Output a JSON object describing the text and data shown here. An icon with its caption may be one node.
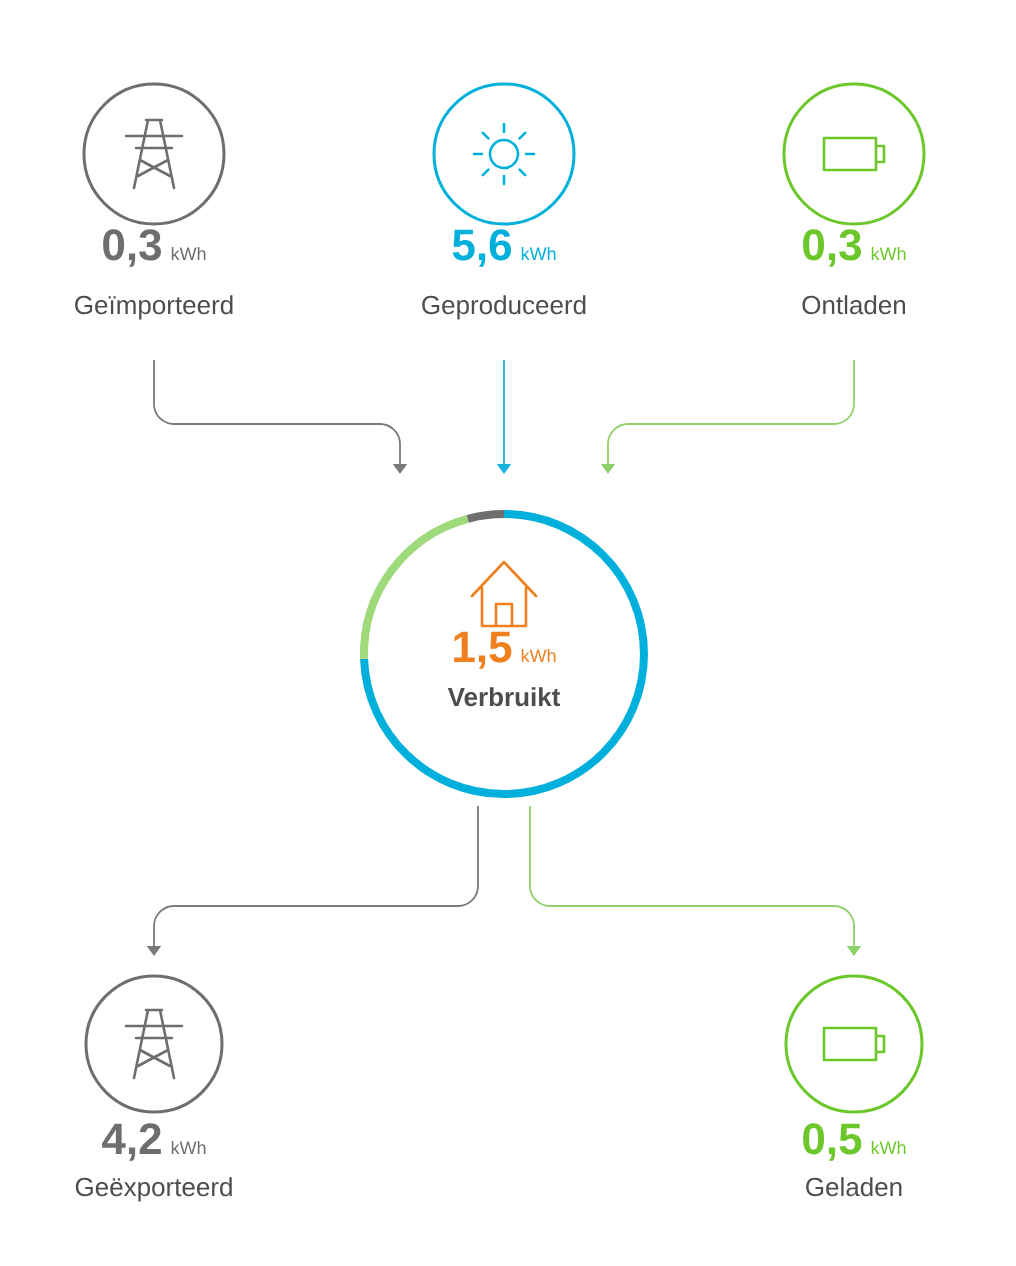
{
  "diagram": {
    "nodes": [
      {
        "text": [
          "0,3",
          "kWh",
          "Geïmporteerd"
        ]
      },
      {
        "text": [
          "5,6",
          "kWh",
          "Geproduceerd"
        ]
      },
      {
        "text": [
          "0,3",
          "kWh",
          "Ontladen"
        ]
      },
      {
        "text": [
          "1,5",
          "kWh",
          "Verbruikt"
        ]
      },
      {
        "text": [
          "4,2",
          "kWh",
          "Geëxporteerd"
        ]
      },
      {
        "text": [
          "0,5",
          "kWh",
          "Geladen"
        ]
      }
    ],
    "edges": [
      {
        "from": 0,
        "to": 3,
        "arrow": "to",
        "color": "#7a7a7a"
      },
      {
        "from": 1,
        "to": 3,
        "arrow": "to",
        "color": "#18b4de"
      },
      {
        "from": 2,
        "to": 3,
        "arrow": "to",
        "color": "#8fd16b"
      },
      {
        "from": 3,
        "to": 4,
        "arrow": "to",
        "color": "#7a7a7a"
      },
      {
        "from": 3,
        "to": 5,
        "arrow": "to",
        "color": "#8fd16b"
      }
    ]
  }
}
